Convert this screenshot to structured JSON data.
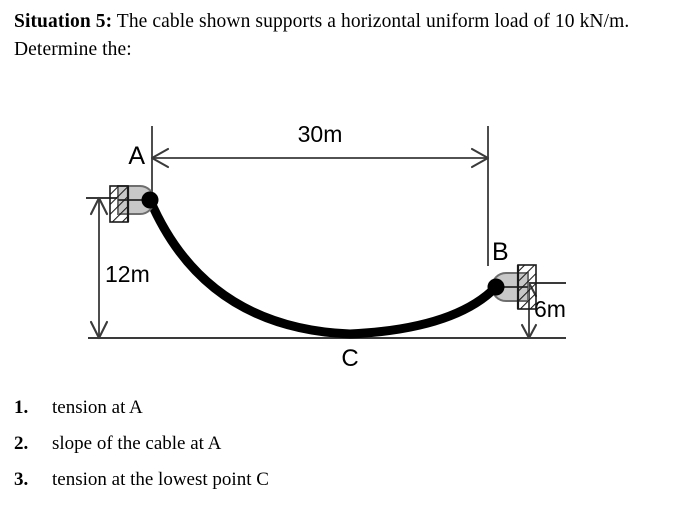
{
  "problem": {
    "lead_label": "Situation 5:",
    "statement": " The cable shown supports a horizontal uniform load of 10 kN/m. Determine the:"
  },
  "diagram": {
    "span_label": "30m",
    "left_height_label": "12m",
    "right_height_label": "6m",
    "point_a_label": "A",
    "point_b_label": "B",
    "point_c_label": "C",
    "colors": {
      "cable": "#000000",
      "bracket_fill": "#c8c8c8",
      "bracket_stroke": "#3a3a3a",
      "hatch": "#1a1a1a",
      "dimension_line": "#3a3a3a",
      "baseline": "#3a3a3a"
    }
  },
  "tasks": [
    {
      "number": "1.",
      "text": "tension at A"
    },
    {
      "number": "2.",
      "text": "slope of the cable at A"
    },
    {
      "number": "3.",
      "text": "tension at the lowest point C"
    }
  ]
}
